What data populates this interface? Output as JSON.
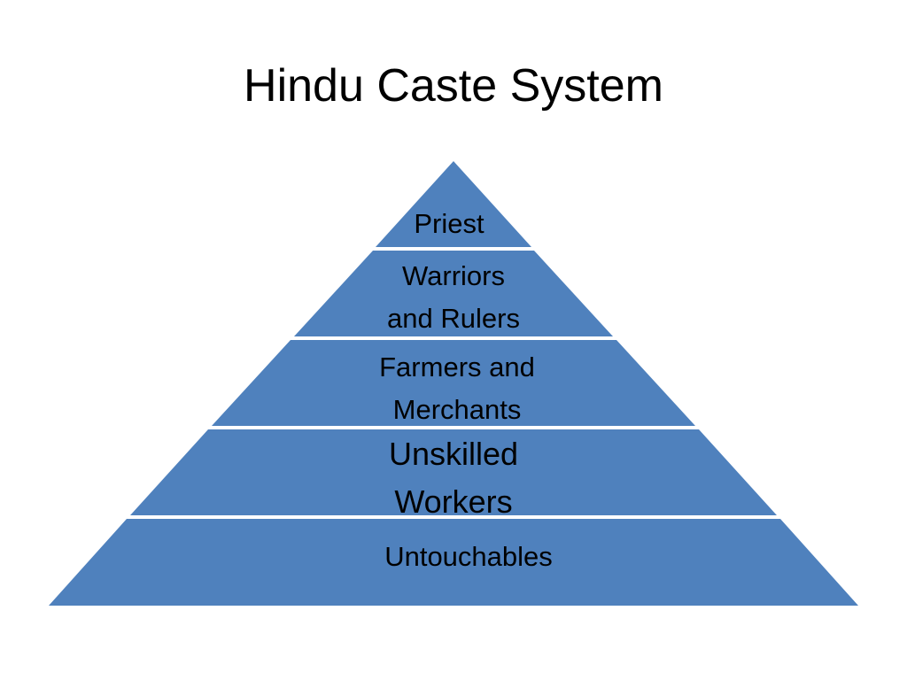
{
  "title": "Hindu Caste System",
  "colors": {
    "fill": "#4f81bd",
    "divider": "#ffffff",
    "text": "#000000"
  },
  "tiers": [
    {
      "lines": [
        "Priest"
      ]
    },
    {
      "lines": [
        "Warriors",
        "and Rulers"
      ]
    },
    {
      "lines": [
        "Farmers and",
        "Merchants"
      ]
    },
    {
      "lines": [
        "Unskilled",
        "Workers"
      ]
    },
    {
      "lines": [
        "Untouchables"
      ]
    }
  ]
}
